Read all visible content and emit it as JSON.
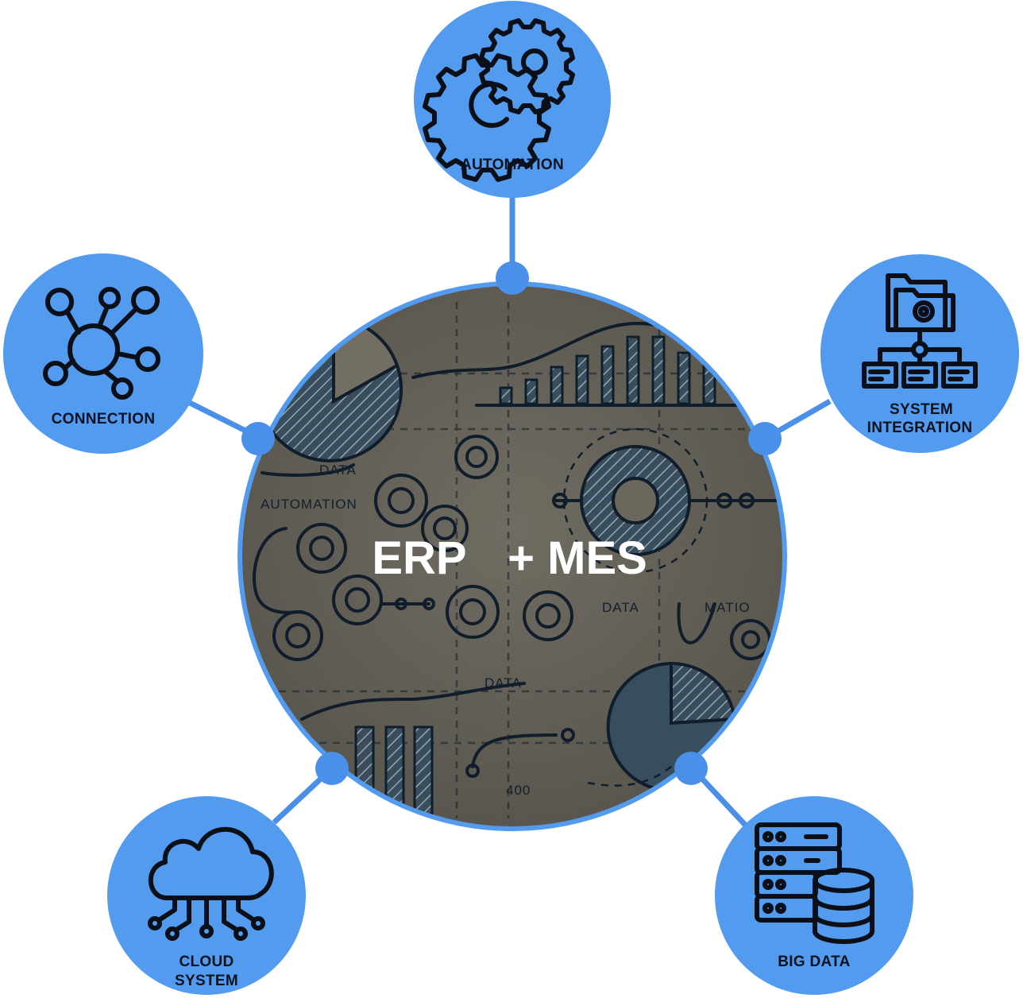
{
  "center": {
    "title_left": "ERP",
    "title_right": "+ MES",
    "sketch_words": [
      "DATA",
      "AUTOMATION",
      "DATA",
      "MATIO",
      "DATA",
      "400"
    ]
  },
  "nodes": {
    "automation": {
      "label_lines": [
        "AUTOMATION"
      ],
      "icon": "gears-icon"
    },
    "connection": {
      "label_lines": [
        "CONNECTION"
      ],
      "icon": "network-hub-icon"
    },
    "system_integration": {
      "label_lines": [
        "SYSTEM",
        "INTEGRATION"
      ],
      "icon": "folder-hierarchy-icon"
    },
    "cloud_system": {
      "label_lines": [
        "CLOUD",
        "SYSTEM"
      ],
      "icon": "cloud-circuit-icon"
    },
    "big_data": {
      "label_lines": [
        "BIG DATA"
      ],
      "icon": "server-database-icon"
    }
  },
  "colors": {
    "accent": "#529bee",
    "connector": "#4a90e8",
    "center_bg": "#6e6a61",
    "ink": "#0b0f18",
    "center_text": "#ffffff"
  }
}
